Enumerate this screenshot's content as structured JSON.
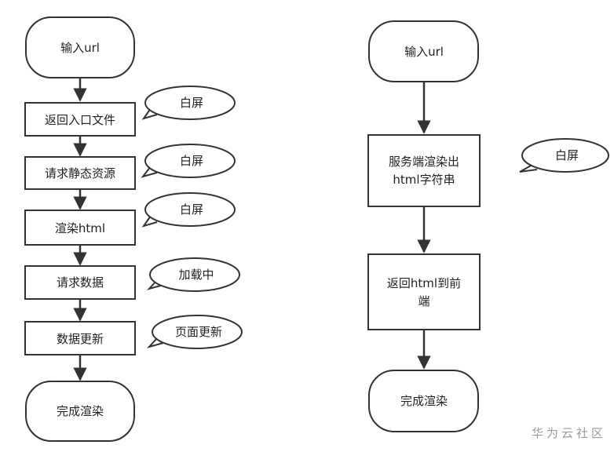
{
  "left_flow": {
    "start": "输入url",
    "steps": [
      "返回入口文件",
      "请求静态资源",
      "渲染html",
      "请求数据",
      "数据更新"
    ],
    "end": "完成渲染",
    "notes": [
      "白屏",
      "白屏",
      "白屏",
      "加载中",
      "页面更新"
    ]
  },
  "right_flow": {
    "start": "输入url",
    "step1": [
      "服务端渲染出",
      "html字符串"
    ],
    "step2": [
      "返回html到前",
      "端"
    ],
    "end": "完成渲染",
    "note": "白屏"
  },
  "watermark": "华为云社区"
}
